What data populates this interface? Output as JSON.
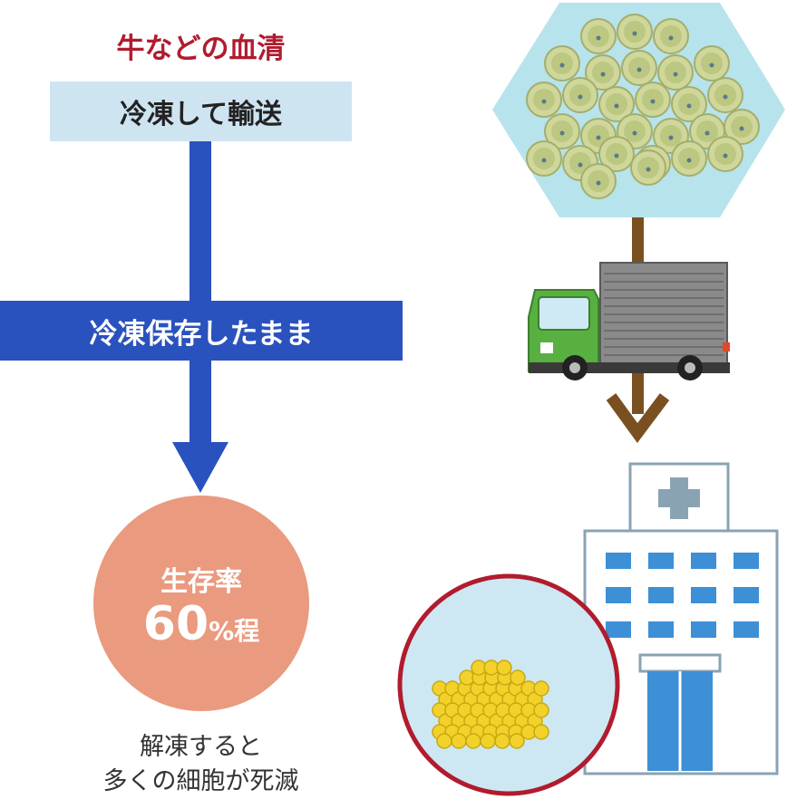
{
  "left_flow": {
    "heading": "牛などの血清",
    "step1": "冷凍して輸送",
    "step2": "冷凍保存したまま",
    "result": {
      "label": "生存率",
      "value": "60",
      "unit": "%程"
    },
    "caption_line1": "解凍すると",
    "caption_line2": "多くの細胞が死滅"
  },
  "colors": {
    "heading_red": "#b01c2e",
    "box_light_blue": "#cfe4f1",
    "flow_blue": "#2a52be",
    "result_salmon": "#ea9a7e",
    "hexagon_ice": "#b7e3ec",
    "cell_green": "#cfd79a",
    "arrow_brown": "#7a5020",
    "truck_green": "#58b041",
    "truck_grey": "#8a8a8a",
    "building_window_blue": "#3d8fd6",
    "circle_red_border": "#b01c2e",
    "cell_yellow": "#f2d22a"
  },
  "icons": [
    "frozen-cells-icon",
    "truck-icon",
    "hospital-icon",
    "dead-cells-icon",
    "down-arrow-icon"
  ]
}
